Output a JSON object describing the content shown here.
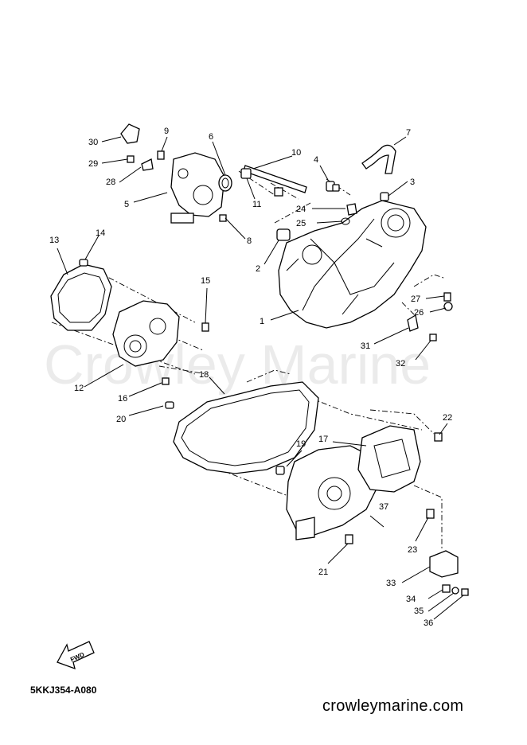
{
  "diagram": {
    "callouts": [
      {
        "n": "1"
      },
      {
        "n": "2"
      },
      {
        "n": "3"
      },
      {
        "n": "4"
      },
      {
        "n": "5"
      },
      {
        "n": "6"
      },
      {
        "n": "7"
      },
      {
        "n": "8"
      },
      {
        "n": "9"
      },
      {
        "n": "10"
      },
      {
        "n": "11"
      },
      {
        "n": "12"
      },
      {
        "n": "13"
      },
      {
        "n": "14"
      },
      {
        "n": "15"
      },
      {
        "n": "16"
      },
      {
        "n": "17"
      },
      {
        "n": "18"
      },
      {
        "n": "19"
      },
      {
        "n": "20"
      },
      {
        "n": "21"
      },
      {
        "n": "22"
      },
      {
        "n": "23"
      },
      {
        "n": "24"
      },
      {
        "n": "25"
      },
      {
        "n": "26"
      },
      {
        "n": "27"
      },
      {
        "n": "28"
      },
      {
        "n": "29"
      },
      {
        "n": "30"
      },
      {
        "n": "31"
      },
      {
        "n": "32"
      },
      {
        "n": "33"
      },
      {
        "n": "34"
      },
      {
        "n": "35"
      },
      {
        "n": "36"
      },
      {
        "n": "37"
      }
    ],
    "fwd_label": "FWD",
    "drawing_code": "5KKJ354-A080",
    "watermark": "Crowley Marine",
    "site": "crowleymarine.com"
  }
}
